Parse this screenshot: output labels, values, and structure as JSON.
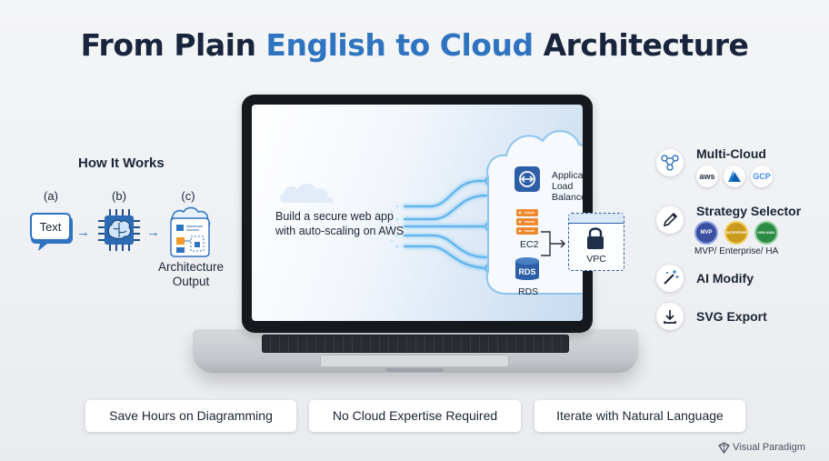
{
  "headline": {
    "part1": "From Plain ",
    "highlight": "English to Cloud",
    "part2": " Architecture"
  },
  "how_it_works": {
    "title": "How It Works",
    "steps": [
      {
        "letter": "(a)",
        "icon": "speech-bubble-icon",
        "text": "Text"
      },
      {
        "letter": "(b)",
        "icon": "ai-brain-chip-icon"
      },
      {
        "letter": "(c)",
        "icon": "architecture-diagram-icon",
        "label_line1": "Architecture",
        "label_line2": "Output"
      }
    ]
  },
  "screen": {
    "prompt": "Build a secure web app with auto-scaling on AWS",
    "diagram": {
      "alb_line1": "Application",
      "alb_line2": "Load Balancer",
      "ec2": "EC2",
      "rds_icon": "RDS",
      "rds_label": "RDS",
      "vpc": "VPC"
    }
  },
  "features": [
    {
      "icon": "network-nodes-icon",
      "label": "Multi-Cloud"
    },
    {
      "icon": "pencil-icon",
      "label": "Strategy Selector"
    },
    {
      "icon": "magic-wand-icon",
      "label": "AI Modify"
    },
    {
      "icon": "download-icon",
      "label": "SVG Export"
    }
  ],
  "cloud_providers": {
    "aws": "aws",
    "gcp": "GCP",
    "azure_icon": "azure-logo-icon"
  },
  "strategy_badges": {
    "mvp": "MVP",
    "enterprise": "ENTERPRISE",
    "ha": "HIGH AVAIL",
    "tiers": "MVP/  Enterprise/ HA"
  },
  "benefits": [
    "Save Hours on Diagramming",
    "No Cloud Expertise Required",
    "Iterate with Natural Language"
  ],
  "brand": "Visual Paradigm",
  "colors": {
    "navy": "#18253d",
    "accent_blue": "#2f74c0",
    "glow_blue": "#5fb6ee"
  }
}
